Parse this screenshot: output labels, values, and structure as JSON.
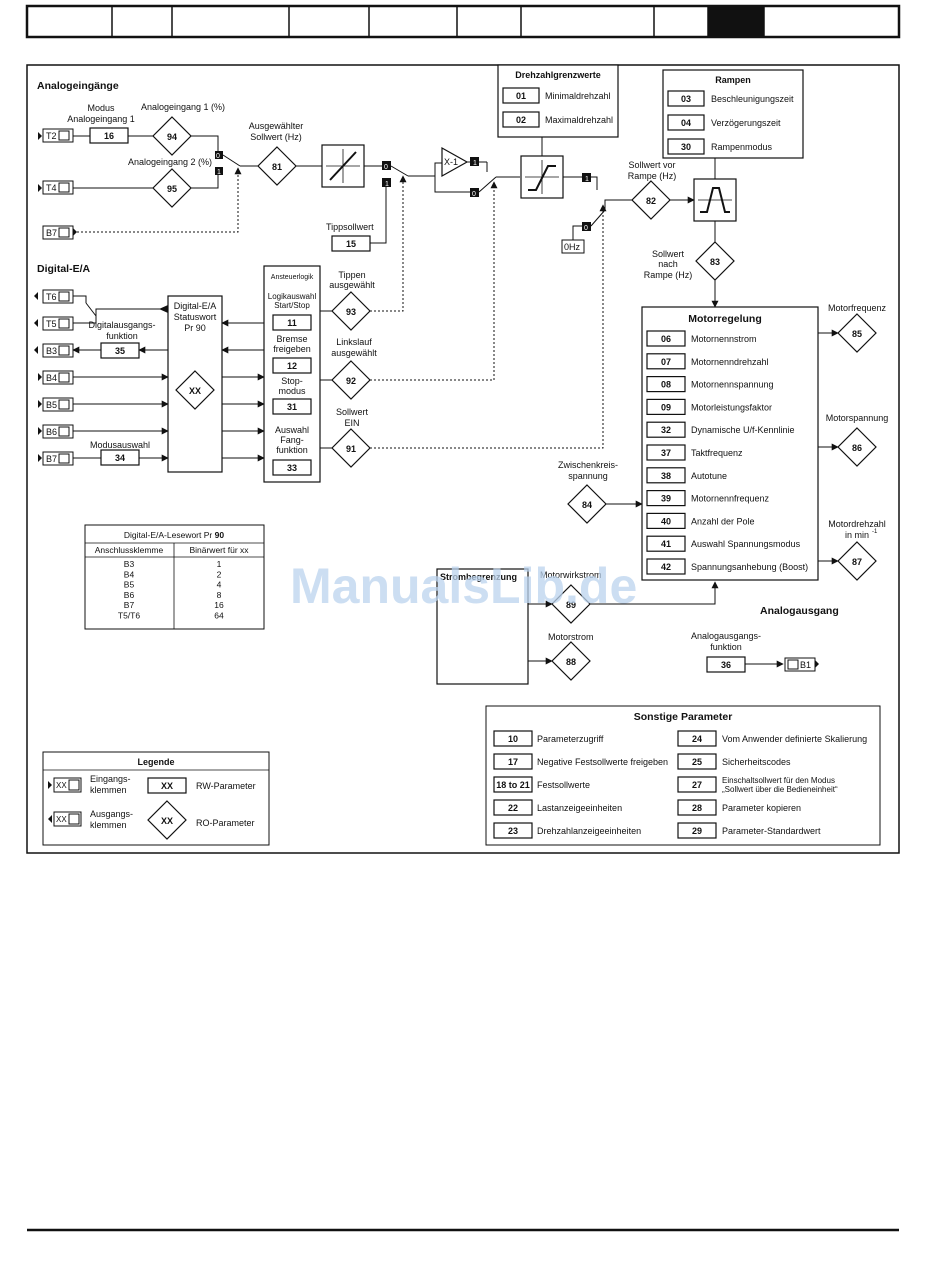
{
  "nav_tabs": [
    "",
    "",
    "",
    "",
    "",
    "",
    "",
    "",
    "",
    ""
  ],
  "watermark": "ManualsLib.de",
  "sections": {
    "analog_inputs": "Analogeingänge",
    "digital_io": "Digital-E/A",
    "analog_output": "Analogausgang"
  },
  "analog_inputs": {
    "mode_label_1": "Modus",
    "mode_label_2": "Analogeingang 1",
    "mode_param": "16",
    "ai1_label": "Analogeingang 1 (%)",
    "ai1_param": "94",
    "ai2_label": "Analogeingang 2 (%)",
    "ai2_param": "95",
    "terminal_t2": "T2",
    "terminal_t4": "T4",
    "terminal_b7": "B7",
    "selected_ref_1": "Ausgewählter",
    "selected_ref_2": "Sollwert (Hz)",
    "selected_ref_param": "81",
    "switch_0": "0",
    "switch_1": "1"
  },
  "reference": {
    "jog_ref_label": "Tippsollwert",
    "jog_ref_param": "15",
    "invert_label": "X-1",
    "zero_hz": "0Hz",
    "pre_ramp_1": "Sollwert vor",
    "pre_ramp_2": "Rampe (Hz)",
    "pre_ramp_param": "82",
    "post_ramp_1": "Sollwert",
    "post_ramp_2": "nach",
    "post_ramp_3": "Rampe (Hz)",
    "post_ramp_param": "83"
  },
  "speed_limits": {
    "title": "Drehzahlgrenzwerte",
    "items": [
      {
        "param": "01",
        "label": "Minimaldrehzahl"
      },
      {
        "param": "02",
        "label": "Maximaldrehzahl"
      }
    ]
  },
  "ramps": {
    "title": "Rampen",
    "items": [
      {
        "param": "03",
        "label": "Beschleunigungszeit"
      },
      {
        "param": "04",
        "label": "Verzögerungszeit"
      },
      {
        "param": "30",
        "label": "Rampenmodus"
      }
    ]
  },
  "digital_io": {
    "terminals": [
      "T6",
      "T5",
      "B3",
      "B4",
      "B5",
      "B6",
      "B7"
    ],
    "dig_out_fn_1": "Digitalausgangs-",
    "dig_out_fn_2": "funktion",
    "dig_out_fn_param": "35",
    "mode_select_label": "Modusauswahl",
    "mode_select_param": "34",
    "status_title_1": "Digital-E/A",
    "status_title_2": "Statuswort",
    "status_title_3": "Pr 90",
    "status_param": "XX"
  },
  "control_logic": {
    "title": "Ansteuerlogik",
    "logic_1": "Logikauswahl",
    "logic_2": "Start/Stop",
    "logic_param": "11",
    "brake_1": "Bremse",
    "brake_2": "freigeben",
    "brake_param": "12",
    "stop_1": "Stop-",
    "stop_2": "modus",
    "stop_param": "31",
    "catch_1": "Auswahl",
    "catch_2": "Fang-",
    "catch_3": "funktion",
    "catch_param": "33"
  },
  "status_flags": {
    "jog_1": "Tippen",
    "jog_2": "ausgewählt",
    "jog_param": "93",
    "rev_1": "Linkslauf",
    "rev_2": "ausgewählt",
    "rev_param": "92",
    "run_1": "Sollwert",
    "run_2": "EIN",
    "run_param": "91"
  },
  "motor_control": {
    "title": "Motorregelung",
    "items": [
      {
        "param": "06",
        "label": "Motornennstrom"
      },
      {
        "param": "07",
        "label": "Motornenndrehzahl"
      },
      {
        "param": "08",
        "label": "Motornennspannung"
      },
      {
        "param": "09",
        "label": "Motorleistungsfaktor"
      },
      {
        "param": "32",
        "label": "Dynamische U/f-Kennlinie"
      },
      {
        "param": "37",
        "label": "Taktfrequenz"
      },
      {
        "param": "38",
        "label": "Autotune"
      },
      {
        "param": "39",
        "label": "Motornennfrequenz"
      },
      {
        "param": "40",
        "label": "Anzahl der Pole"
      },
      {
        "param": "41",
        "label": "Auswahl Spannungsmodus"
      },
      {
        "param": "42",
        "label": "Spannungsanhebung (Boost)"
      }
    ]
  },
  "motor_outputs": {
    "freq_label": "Motorfrequenz",
    "freq_param": "85",
    "volt_label": "Motorspannung",
    "volt_param": "86",
    "speed_label_1": "Motordrehzahl",
    "speed_label_2": "in min",
    "speed_param": "87",
    "dc_bus_1": "Zwischenkreis-",
    "dc_bus_2": "spannung",
    "dc_bus_param": "84",
    "current_limit_title": "Strombegrenzung",
    "active_current_label": "Motorwirkstrom",
    "active_current_param": "89",
    "motor_current_label": "Motorstrom",
    "motor_current_param": "88"
  },
  "analog_output": {
    "fn_label_1": "Analogausgangs-",
    "fn_label_2": "funktion",
    "fn_param": "36",
    "terminal": "B1"
  },
  "read_table": {
    "title_prefix": "Digital-E/A-Lesewort Pr ",
    "title_param": "90",
    "col1": "Anschlussklemme",
    "col2": "Binärwert für xx",
    "rows": [
      {
        "terminal": "B3",
        "value": "1"
      },
      {
        "terminal": "B4",
        "value": "2"
      },
      {
        "terminal": "B5",
        "value": "4"
      },
      {
        "terminal": "B6",
        "value": "8"
      },
      {
        "terminal": "B7",
        "value": "16"
      },
      {
        "terminal": "T5/T6",
        "value": "64"
      }
    ]
  },
  "other_params": {
    "title": "Sonstige Parameter",
    "left": [
      {
        "param": "10",
        "label": "Parameterzugriff"
      },
      {
        "param": "17",
        "label": "Negative Festsollwerte freigeben"
      },
      {
        "param": "18 to 21",
        "label": "Festsollwerte"
      },
      {
        "param": "22",
        "label": "Lastanzeigeeinheiten"
      },
      {
        "param": "23",
        "label": "Drehzahlanzeigeeinheiten"
      }
    ],
    "right": [
      {
        "param": "24",
        "label": "Vom Anwender definierte Skalierung"
      },
      {
        "param": "25",
        "label": "Sicherheitscodes"
      },
      {
        "param": "27",
        "label": "Einschaltsollwert für den Modus",
        "label2": "„Sollwert über die Bedieneinheit“"
      },
      {
        "param": "28",
        "label": "Parameter kopieren"
      },
      {
        "param": "29",
        "label": "Parameter-Standardwert"
      }
    ]
  },
  "legend": {
    "title": "Legende",
    "input_1": "Eingangs-",
    "input_2": "klemmen",
    "output_1": "Ausgangs-",
    "output_2": "klemmen",
    "rw_sym": "XX",
    "rw_label": "RW-Parameter",
    "ro_sym": "XX",
    "ro_label": "RO-Parameter",
    "term_sym": "XX"
  }
}
